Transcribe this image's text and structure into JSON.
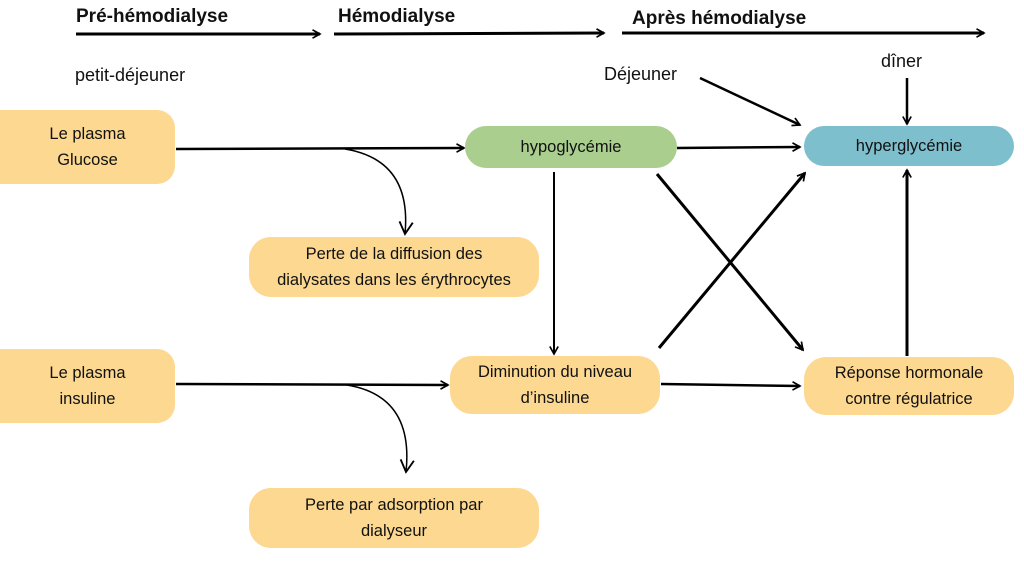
{
  "colors": {
    "orange": "#fcd890",
    "green": "#a9ce8e",
    "blue": "#7ebfcd",
    "arrow": "#000000"
  },
  "phases": {
    "pre": "Pré-hémodialyse",
    "during": "Hémodialyse",
    "post": "Après hémodialyse"
  },
  "meals": {
    "breakfast": "petit-déjeuner",
    "lunch": "Déjeuner",
    "dinner": "dîner"
  },
  "nodes": {
    "plasma_glucose": [
      "Le plasma",
      "Glucose"
    ],
    "plasma_insulin": [
      "Le plasma",
      "insuline"
    ],
    "hypoglycemia": "hypoglycémie",
    "hyperglycemia": "hyperglycémie",
    "loss_diffusion": [
      "Perte de la diffusion des",
      "dialysates dans les érythrocytes"
    ],
    "loss_adsorption": [
      "Perte par adsorption par",
      "dialyseur"
    ],
    "insulin_decrease": [
      "Diminution du niveau",
      "d’insuline"
    ],
    "counter_regulatory": [
      "Réponse hormonale",
      "contre régulatrice"
    ]
  }
}
